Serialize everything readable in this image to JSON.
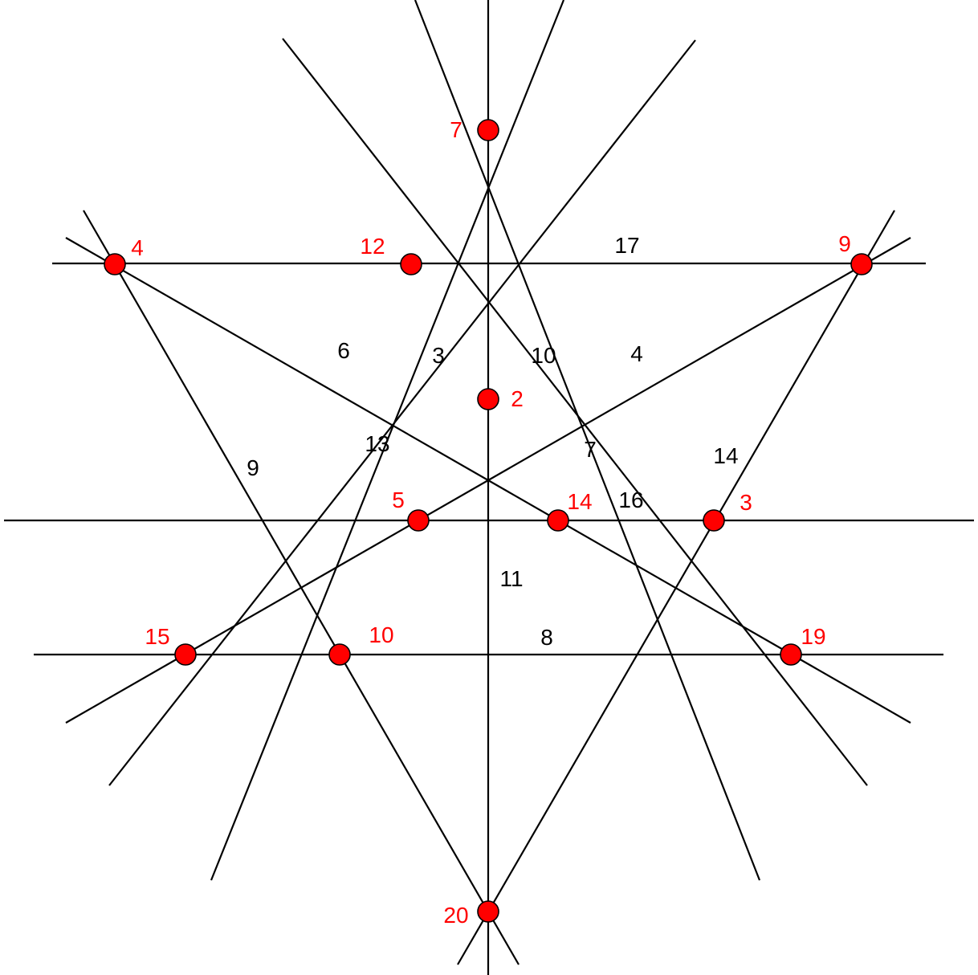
{
  "colors": {
    "background": "#ffffff",
    "line": "#000000",
    "point_fill": "#ff0000",
    "point_label": "#ff0000",
    "line_label": "#000000"
  },
  "points": [
    {
      "id": "p7",
      "label": "7"
    },
    {
      "id": "p12",
      "label": "12"
    },
    {
      "id": "p4",
      "label": "4"
    },
    {
      "id": "p9",
      "label": "9"
    },
    {
      "id": "p2",
      "label": "2"
    },
    {
      "id": "p5",
      "label": "5"
    },
    {
      "id": "p14",
      "label": "14"
    },
    {
      "id": "p3",
      "label": "3"
    },
    {
      "id": "p15",
      "label": "15"
    },
    {
      "id": "p10",
      "label": "10"
    },
    {
      "id": "p19",
      "label": "19"
    },
    {
      "id": "p20",
      "label": "20"
    }
  ],
  "line_labels": [
    {
      "id": "l17",
      "label": "17"
    },
    {
      "id": "l6",
      "label": "6"
    },
    {
      "id": "l3",
      "label": "3"
    },
    {
      "id": "l10",
      "label": "10"
    },
    {
      "id": "l4",
      "label": "4"
    },
    {
      "id": "l13",
      "label": "13"
    },
    {
      "id": "l7",
      "label": "7"
    },
    {
      "id": "l14",
      "label": "14"
    },
    {
      "id": "l9",
      "label": "9"
    },
    {
      "id": "l16",
      "label": "16"
    },
    {
      "id": "l11",
      "label": "11"
    },
    {
      "id": "l8",
      "label": "8"
    }
  ]
}
